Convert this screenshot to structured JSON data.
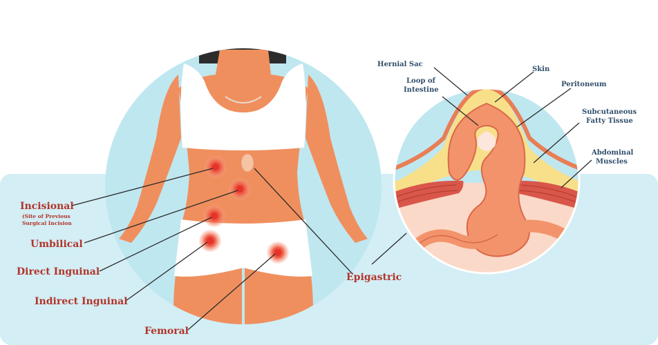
{
  "hernia_types": {
    "incisional": "Incisional",
    "incisional_note_line1": "(Site of Previous",
    "incisional_note_line2": "Surgical Incision",
    "umbilical": "Umbilical",
    "direct_inguinal": "Direct Inguinal",
    "indirect_inguinal": "Indirect Inguinal",
    "femoral": "Femoral",
    "epigastric": "Epigastric"
  },
  "anatomy": {
    "hernial_sac": "Hernial Sac",
    "loop_of_intestine_line1": "Loop of",
    "loop_of_intestine_line2": "Intestine",
    "skin": "Skin",
    "peritoneum": "Peritoneum",
    "subcutaneous_line1": "Subcutaneous",
    "subcutaneous_line2": "Fatty Tissue",
    "abdominal_line1": "Abdominal",
    "abdominal_line2": "Muscles"
  },
  "colors": {
    "label_red": "#b2342a",
    "label_blue": "#2f4e6a",
    "skin_tone": "#f08f5e",
    "hernia_marker": "#e5332a",
    "background_band": "#d3eef5",
    "circle_fill": "#bfe7f0"
  }
}
